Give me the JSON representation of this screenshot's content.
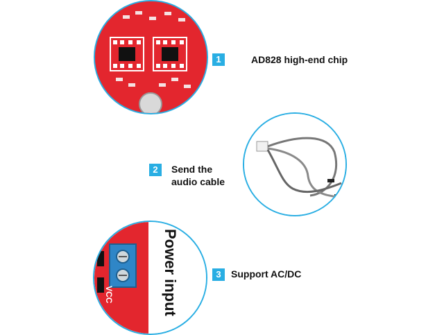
{
  "colors": {
    "accent": "#29aee3",
    "pcb_red": "#e3262e",
    "terminal_blue": "#2f86c7"
  },
  "features": [
    {
      "number": "1",
      "text": "AD828 high-end chip"
    },
    {
      "number": "2",
      "text_line1": "Send the",
      "text_line2": "audio cable"
    },
    {
      "number": "3",
      "text": "Support AC/DC"
    }
  ],
  "power_input_label": "Power input",
  "vcc_label": "VCC"
}
